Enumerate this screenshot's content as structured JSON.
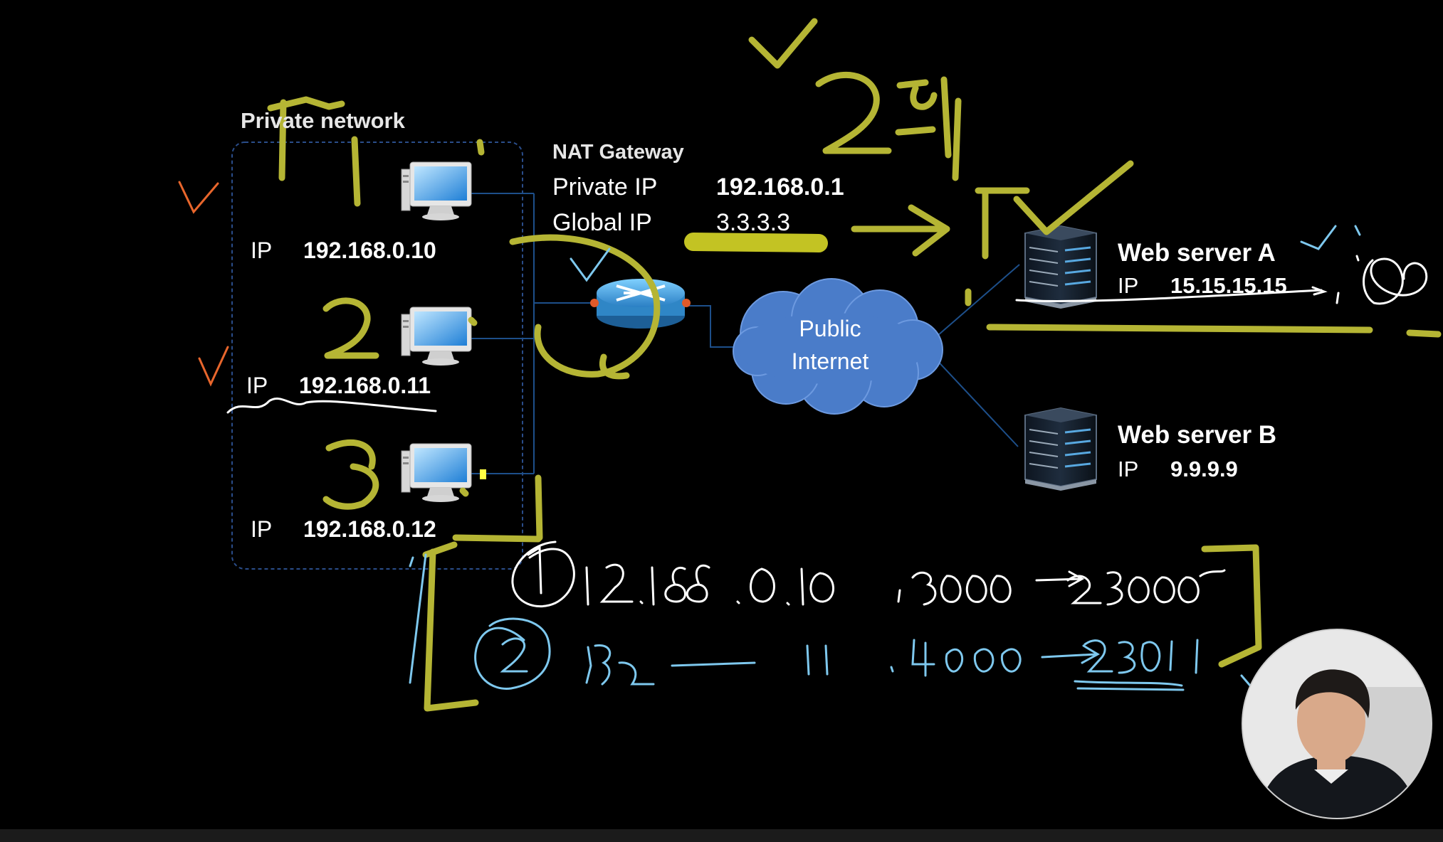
{
  "private_network": {
    "title": "Private network",
    "hosts": [
      {
        "ip_label": "IP",
        "ip": "192.168.0.10"
      },
      {
        "ip_label": "IP",
        "ip": "192.168.0.11"
      },
      {
        "ip_label": "IP",
        "ip": "192.168.0.12"
      }
    ]
  },
  "nat_gateway": {
    "title": "NAT Gateway",
    "private_label": "Private IP",
    "private_ip": "192.168.0.1",
    "global_label": "Global IP",
    "global_ip": "3.3.3.3"
  },
  "internet": {
    "line1": "Public",
    "line2": "Internet"
  },
  "servers": [
    {
      "name": "Web server A",
      "ip_label": "IP",
      "ip": "15.15.15.15"
    },
    {
      "name": "Web server B",
      "ip_label": "IP",
      "ip": "9.9.9.9"
    }
  ],
  "colors": {
    "background": "#000000",
    "annotation_yellow": "#b5b534",
    "annotation_blue": "#7ec8ee",
    "annotation_orange": "#e8662c",
    "cloud_blue": "#4a7cc9",
    "dashed_border": "#2a4d8a"
  }
}
